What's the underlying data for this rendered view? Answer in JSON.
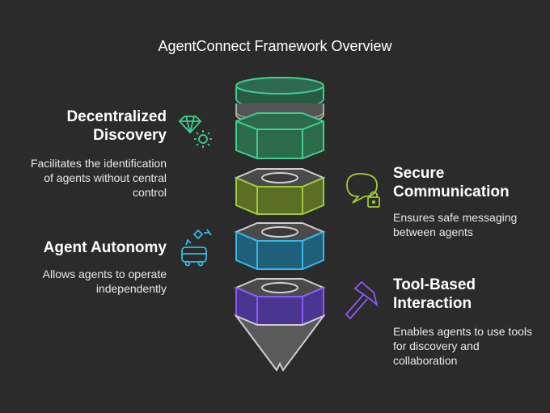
{
  "title": "AgentConnect Framework Overview",
  "colors": {
    "background": "#2b2b2b",
    "discovery": "#3fcf8e",
    "communication": "#a3c93a",
    "autonomy": "#35b9e6",
    "tool": "#8a5cf6",
    "neutral": "#9a9a9a"
  },
  "sections": {
    "discovery": {
      "heading_line1": "Decentralized",
      "heading_line2": "Discovery",
      "desc_line1": "Facilitates the identification",
      "desc_line2": "of agents without central",
      "desc_line3": "control",
      "icon": "diamond-gear-icon"
    },
    "communication": {
      "heading_line1": "Secure",
      "heading_line2": "Communication",
      "desc_line1": "Ensures safe messaging",
      "desc_line2": "between agents",
      "icon": "chat-lock-icon"
    },
    "autonomy": {
      "heading": "Agent Autonomy",
      "desc_line1": "Allows agents to operate",
      "desc_line2": "independently",
      "icon": "robot-vehicle-icon"
    },
    "tool": {
      "heading_line1": "Tool-Based",
      "heading_line2": "Interaction",
      "desc_line1": "Enables agents to use tools",
      "desc_line2": "for discovery and",
      "desc_line3": "collaboration",
      "icon": "hammer-icon"
    }
  }
}
